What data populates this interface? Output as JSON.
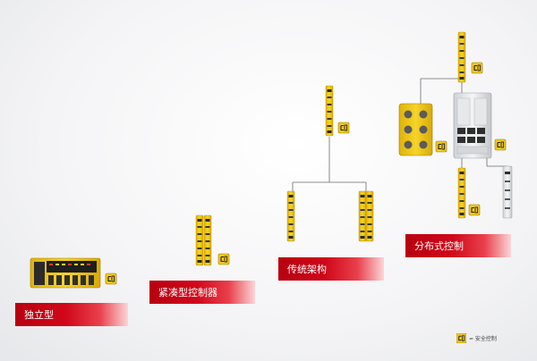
{
  "levels": {
    "standalone": "独立型",
    "compact_controller": "紧凑型控制器",
    "traditional_architecture": "传统架构",
    "distributed_control": "分布式控制"
  },
  "legend": {
    "symbol": "safety-controller-icon",
    "label": "= 安全控制"
  },
  "colors": {
    "banner_red": "#c8001a",
    "module_yellow": "#f3c81b",
    "connector_line": "#6b6b6b"
  }
}
